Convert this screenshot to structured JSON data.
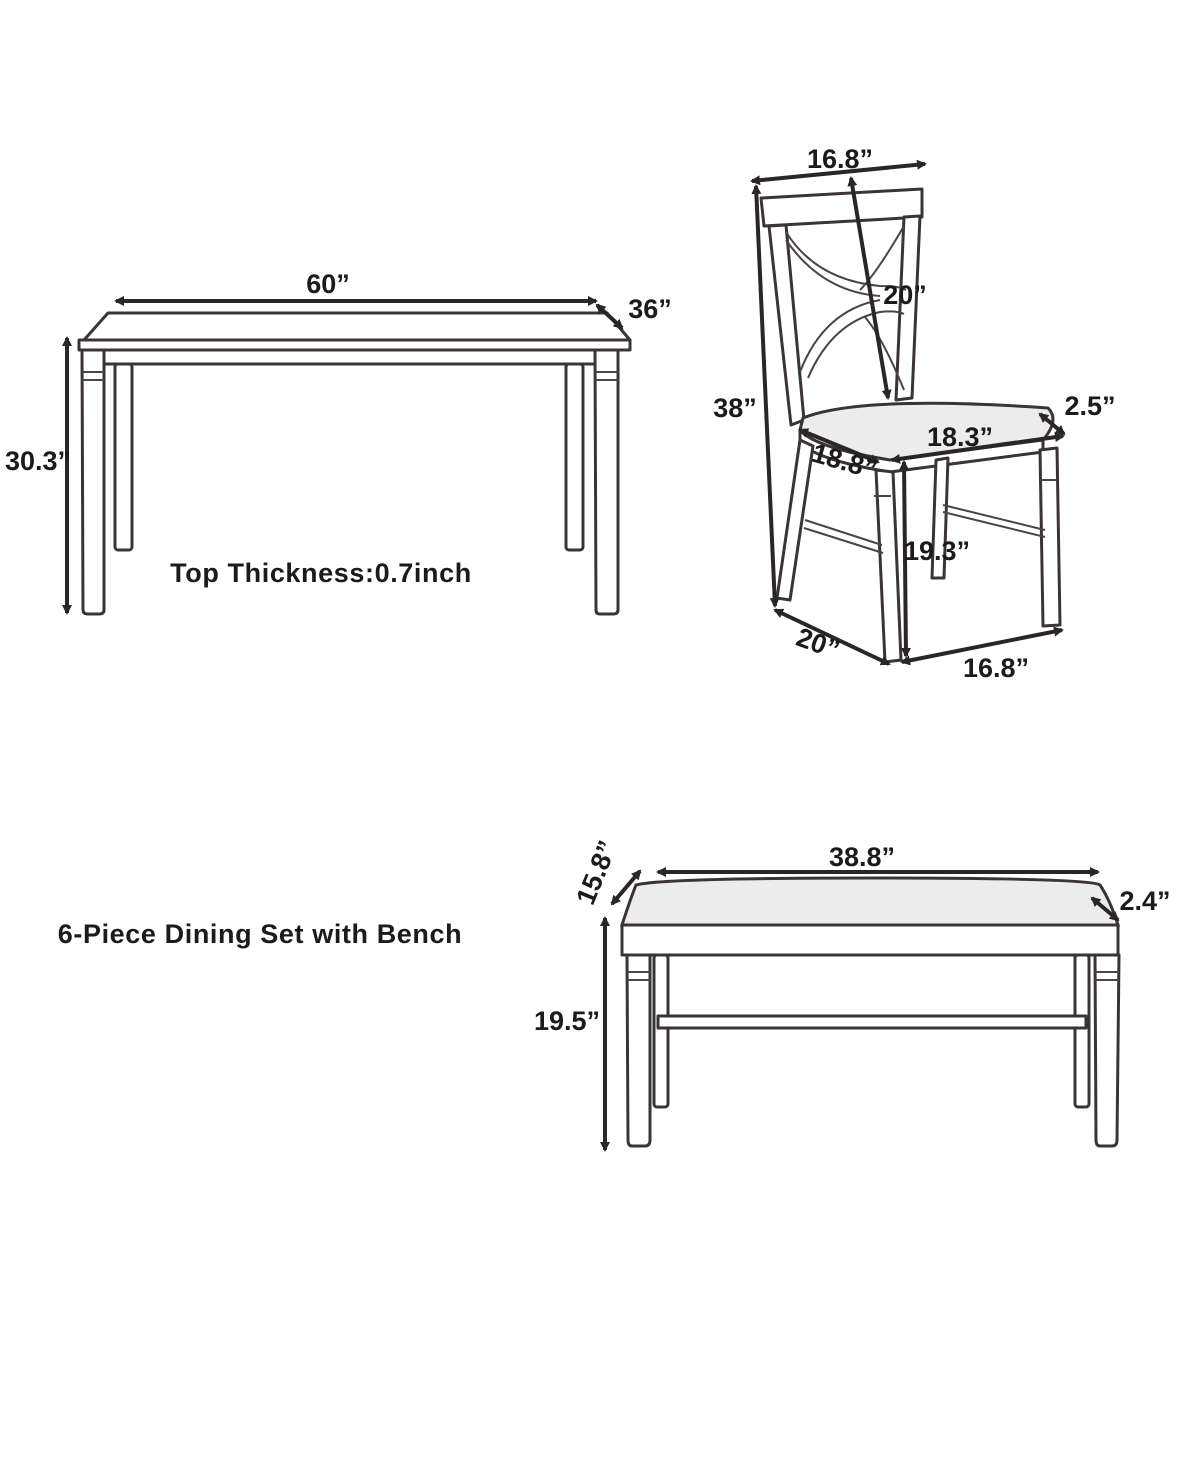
{
  "diagram": {
    "caption": "6-Piece Dining Set with Bench",
    "table": {
      "length": "60”",
      "depth": "36”",
      "height": "30.3”",
      "note": "Top Thickness:0.7inch"
    },
    "chair": {
      "top_width": "16.8”",
      "back_height": "20”",
      "total_height": "38”",
      "seat_thickness": "2.5”",
      "seat_width": "18.3”",
      "seat_depth": "18.8”",
      "seat_height": "19.3”",
      "base_depth": "20”",
      "base_width": "16.8”"
    },
    "bench": {
      "length": "38.8”",
      "depth": "15.8”",
      "cushion": "2.4”",
      "height": "19.5”"
    }
  },
  "colors": {
    "ink": "#2a2626",
    "seat_fabric": "#ececec",
    "background": "#ffffff"
  }
}
